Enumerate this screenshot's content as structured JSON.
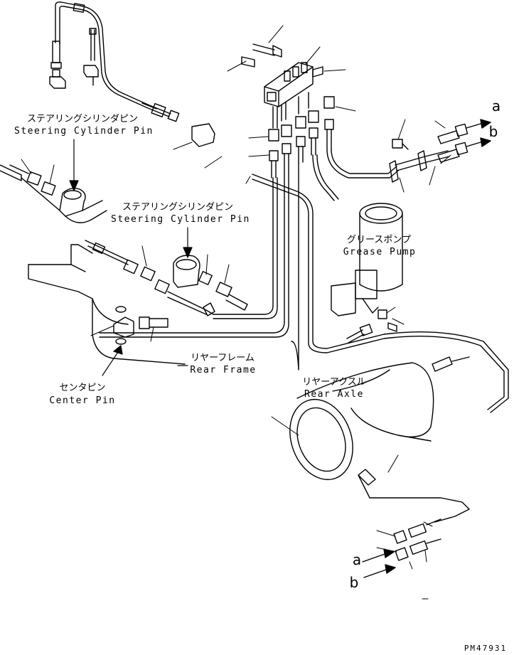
{
  "labels": {
    "steering_pin_1_jp": "ステアリングシリンダピン",
    "steering_pin_1_en": "Steering Cylinder Pin",
    "steering_pin_2_jp": "ステアリングシリンダピン",
    "steering_pin_2_en": "Steering Cylinder Pin",
    "grease_pump_jp": "グリースポンプ",
    "grease_pump_en": "Grease Pump",
    "rear_frame_jp": "リヤーフレーム",
    "rear_frame_en": "Rear Frame",
    "center_pin_jp": "センタピン",
    "center_pin_en": "Center Pin",
    "rear_axle_jp": "リヤーアクスル",
    "rear_axle_en": "Rear Axle"
  },
  "connectors": {
    "a_top": "a",
    "b_top": "b",
    "a_bottom": "a",
    "b_bottom": "b"
  },
  "drawing_code": "PM47931",
  "colors": {
    "ink": "#000000",
    "paper": "#ffffff"
  }
}
